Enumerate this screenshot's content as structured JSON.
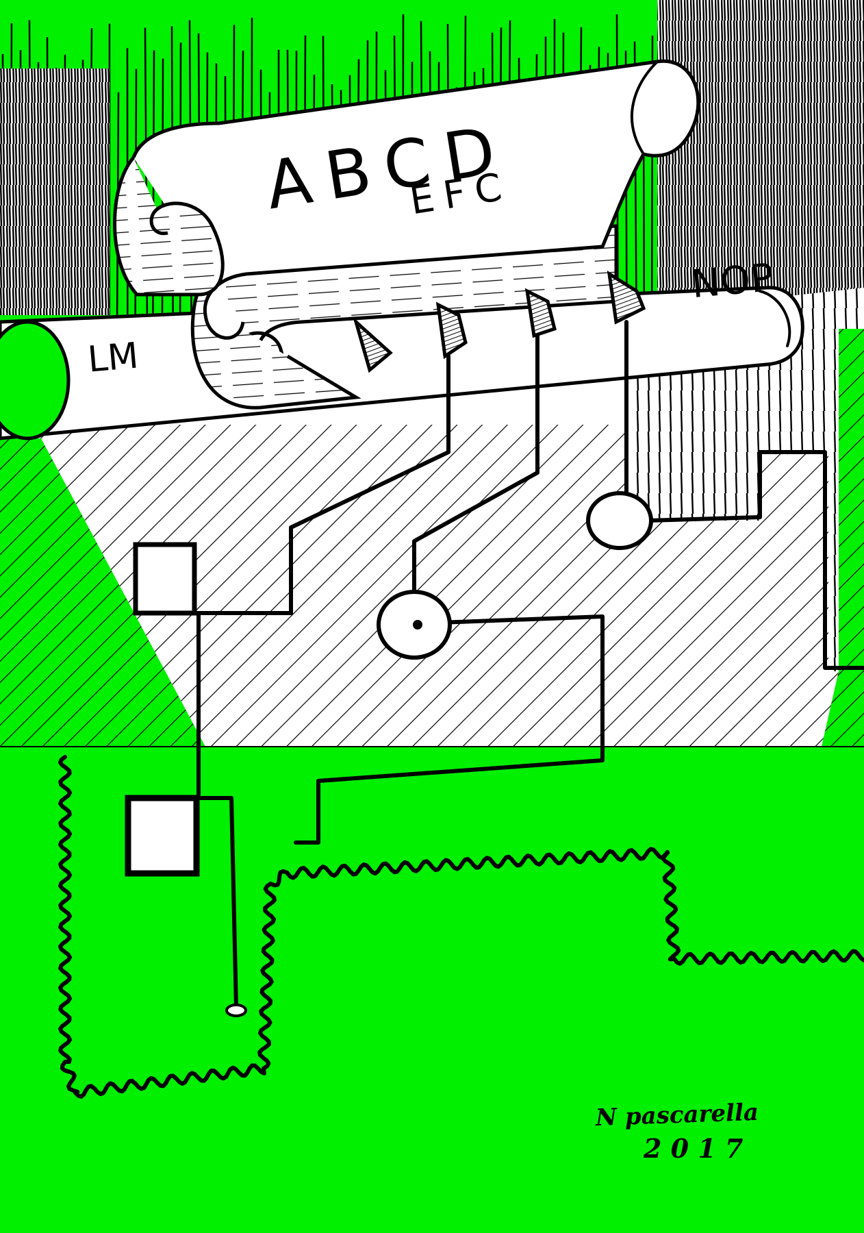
{
  "artwork": {
    "colors": {
      "green": "#00f000",
      "ink": "#000000",
      "paper": "#ffffff"
    },
    "scroll_top": {
      "main": "ABCD",
      "sub": "EFC"
    },
    "scroll_left": {
      "text": "LM"
    },
    "scroll_right": {
      "text": "NOP"
    },
    "signature": {
      "name": "N pascarella",
      "year": "2 0 1 7"
    }
  }
}
